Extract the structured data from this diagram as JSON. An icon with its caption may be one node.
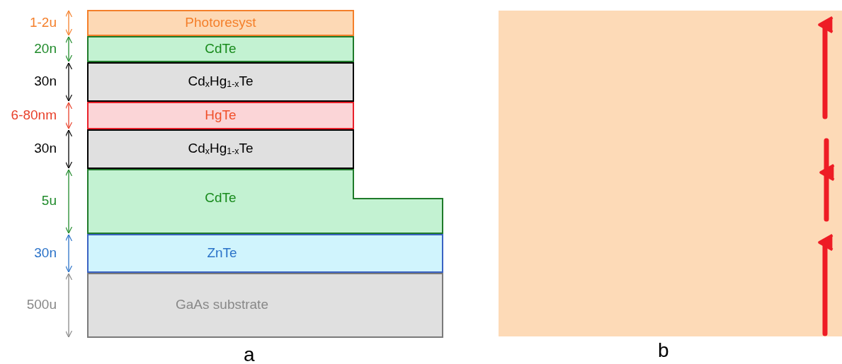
{
  "diagram": {
    "nodes": [
      {
        "text": [
          "Photoresyst"
        ]
      },
      {
        "text": [
          "CdTe"
        ]
      },
      {
        "text": [
          "Cd$_{x}$Hg$_{1-x}$Te"
        ]
      },
      {
        "text": [
          "HgTe"
        ]
      },
      {
        "text": [
          "Cd$_{x}$Hg$_{1-x}$Te"
        ]
      },
      {
        "text": [
          "CdTe"
        ]
      },
      {
        "text": [
          "ZnTe"
        ]
      },
      {
        "text": [
          "GaAs substrate"
        ]
      }
    ],
    "edges": [],
    "labels": [
      "1-2u",
      "20n",
      "30n",
      "6-80nm",
      "30n",
      "5u",
      "30n",
      "500u",
      "a",
      "b"
    ]
  }
}
